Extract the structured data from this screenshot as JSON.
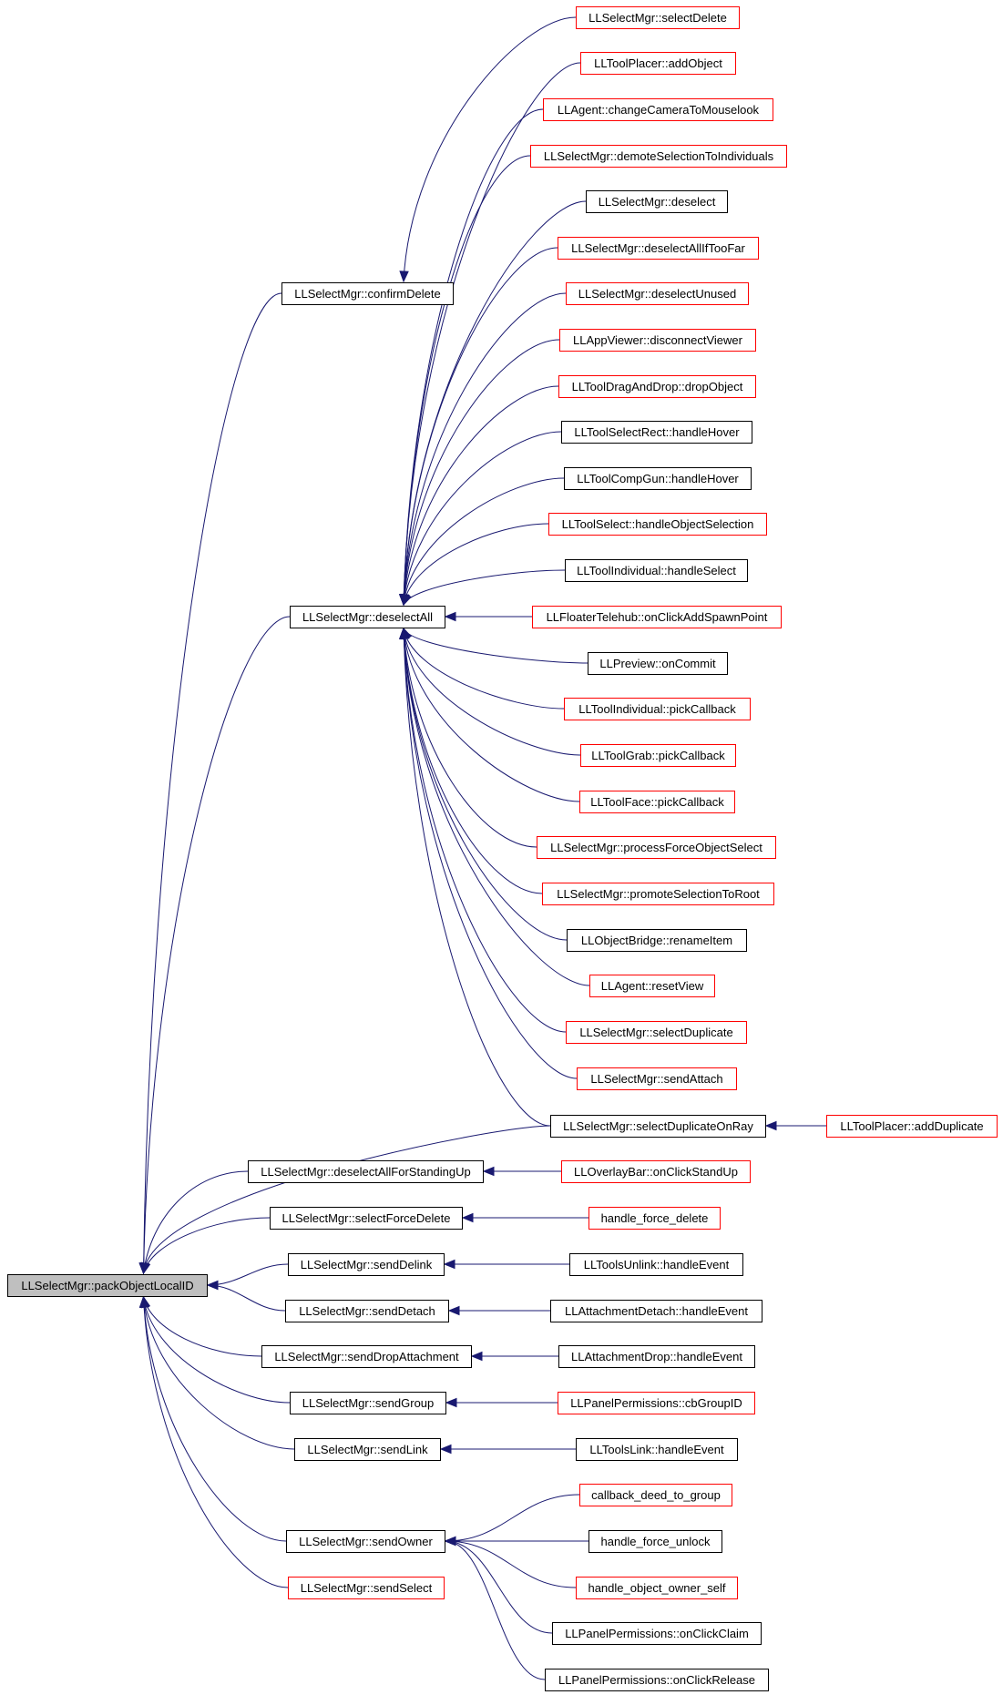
{
  "colors": {
    "edge": "#191970",
    "border_normal": "#000000",
    "border_truncated": "#ff0000",
    "root_fill": "#bfbfbf",
    "node_fill": "#ffffff"
  },
  "nodes": [
    {
      "id": "root",
      "label": "LLSelectMgr::packObjectLocalID",
      "style": "root"
    },
    {
      "id": "confirmDelete",
      "label": "LLSelectMgr::confirmDelete",
      "style": "normal"
    },
    {
      "id": "deselectAll",
      "label": "LLSelectMgr::deselectAll",
      "style": "normal"
    },
    {
      "id": "selectDuplicateOnRay",
      "label": "LLSelectMgr::selectDuplicateOnRay",
      "style": "normal"
    },
    {
      "id": "deselectAllForStandingUp",
      "label": "LLSelectMgr::deselectAllForStandingUp",
      "style": "normal"
    },
    {
      "id": "selectForceDelete",
      "label": "LLSelectMgr::selectForceDelete",
      "style": "normal"
    },
    {
      "id": "sendDelink",
      "label": "LLSelectMgr::sendDelink",
      "style": "normal"
    },
    {
      "id": "sendDetach",
      "label": "LLSelectMgr::sendDetach",
      "style": "normal"
    },
    {
      "id": "sendDropAttachment",
      "label": "LLSelectMgr::sendDropAttachment",
      "style": "normal"
    },
    {
      "id": "sendGroup",
      "label": "LLSelectMgr::sendGroup",
      "style": "normal"
    },
    {
      "id": "sendLink",
      "label": "LLSelectMgr::sendLink",
      "style": "normal"
    },
    {
      "id": "sendOwner",
      "label": "LLSelectMgr::sendOwner",
      "style": "normal"
    },
    {
      "id": "sendSelect",
      "label": "LLSelectMgr::sendSelect",
      "style": "truncated"
    },
    {
      "id": "selectDelete",
      "label": "LLSelectMgr::selectDelete",
      "style": "truncated"
    },
    {
      "id": "addObject",
      "label": "LLToolPlacer::addObject",
      "style": "truncated"
    },
    {
      "id": "changeCameraToMouselook",
      "label": "LLAgent::changeCameraToMouselook",
      "style": "truncated"
    },
    {
      "id": "demoteSelectionToIndividuals",
      "label": "LLSelectMgr::demoteSelectionToIndividuals",
      "style": "truncated"
    },
    {
      "id": "deselect",
      "label": "LLSelectMgr::deselect",
      "style": "normal"
    },
    {
      "id": "deselectAllIfTooFar",
      "label": "LLSelectMgr::deselectAllIfTooFar",
      "style": "truncated"
    },
    {
      "id": "deselectUnused",
      "label": "LLSelectMgr::deselectUnused",
      "style": "truncated"
    },
    {
      "id": "disconnectViewer",
      "label": "LLAppViewer::disconnectViewer",
      "style": "truncated"
    },
    {
      "id": "dropObject",
      "label": "LLToolDragAndDrop::dropObject",
      "style": "truncated"
    },
    {
      "id": "selectRectHover",
      "label": "LLToolSelectRect::handleHover",
      "style": "normal"
    },
    {
      "id": "compGunHover",
      "label": "LLToolCompGun::handleHover",
      "style": "normal"
    },
    {
      "id": "handleObjectSelection",
      "label": "LLToolSelect::handleObjectSelection",
      "style": "truncated"
    },
    {
      "id": "individualHandleSelect",
      "label": "LLToolIndividual::handleSelect",
      "style": "normal"
    },
    {
      "id": "onClickAddSpawnPoint",
      "label": "LLFloaterTelehub::onClickAddSpawnPoint",
      "style": "truncated"
    },
    {
      "id": "previewOnCommit",
      "label": "LLPreview::onCommit",
      "style": "normal"
    },
    {
      "id": "individualPickCallback",
      "label": "LLToolIndividual::pickCallback",
      "style": "truncated"
    },
    {
      "id": "grabPickCallback",
      "label": "LLToolGrab::pickCallback",
      "style": "truncated"
    },
    {
      "id": "facePickCallback",
      "label": "LLToolFace::pickCallback",
      "style": "truncated"
    },
    {
      "id": "processForceObjectSelect",
      "label": "LLSelectMgr::processForceObjectSelect",
      "style": "truncated"
    },
    {
      "id": "promoteSelectionToRoot",
      "label": "LLSelectMgr::promoteSelectionToRoot",
      "style": "truncated"
    },
    {
      "id": "renameItem",
      "label": "LLObjectBridge::renameItem",
      "style": "normal"
    },
    {
      "id": "resetView",
      "label": "LLAgent::resetView",
      "style": "truncated"
    },
    {
      "id": "selectDuplicate",
      "label": "LLSelectMgr::selectDuplicate",
      "style": "truncated"
    },
    {
      "id": "sendAttach",
      "label": "LLSelectMgr::sendAttach",
      "style": "truncated"
    },
    {
      "id": "addDuplicate",
      "label": "LLToolPlacer::addDuplicate",
      "style": "truncated"
    },
    {
      "id": "onClickStandUp",
      "label": "LLOverlayBar::onClickStandUp",
      "style": "truncated"
    },
    {
      "id": "handle_force_delete",
      "label": "handle_force_delete",
      "style": "truncated"
    },
    {
      "id": "toolsUnlinkHandleEvent",
      "label": "LLToolsUnlink::handleEvent",
      "style": "normal"
    },
    {
      "id": "attachmentDetachHandleEvent",
      "label": "LLAttachmentDetach::handleEvent",
      "style": "normal"
    },
    {
      "id": "attachmentDropHandleEvent",
      "label": "LLAttachmentDrop::handleEvent",
      "style": "normal"
    },
    {
      "id": "cbGroupID",
      "label": "LLPanelPermissions::cbGroupID",
      "style": "truncated"
    },
    {
      "id": "toolsLinkHandleEvent",
      "label": "LLToolsLink::handleEvent",
      "style": "normal"
    },
    {
      "id": "callback_deed_to_group",
      "label": "callback_deed_to_group",
      "style": "truncated"
    },
    {
      "id": "handle_force_unlock",
      "label": "handle_force_unlock",
      "style": "normal"
    },
    {
      "id": "handle_object_owner_self",
      "label": "handle_object_owner_self",
      "style": "truncated"
    },
    {
      "id": "onClickClaim",
      "label": "LLPanelPermissions::onClickClaim",
      "style": "normal"
    },
    {
      "id": "onClickRelease",
      "label": "LLPanelPermissions::onClickRelease",
      "style": "normal"
    }
  ],
  "edges": [
    {
      "from": "confirmDelete",
      "to": "root"
    },
    {
      "from": "deselectAll",
      "to": "root"
    },
    {
      "from": "selectDuplicateOnRay",
      "to": "root"
    },
    {
      "from": "deselectAllForStandingUp",
      "to": "root"
    },
    {
      "from": "selectForceDelete",
      "to": "root"
    },
    {
      "from": "sendDelink",
      "to": "root"
    },
    {
      "from": "sendDetach",
      "to": "root"
    },
    {
      "from": "sendDropAttachment",
      "to": "root"
    },
    {
      "from": "sendGroup",
      "to": "root"
    },
    {
      "from": "sendLink",
      "to": "root"
    },
    {
      "from": "sendOwner",
      "to": "root"
    },
    {
      "from": "sendSelect",
      "to": "root"
    },
    {
      "from": "selectDelete",
      "to": "confirmDelete"
    },
    {
      "from": "addObject",
      "to": "deselectAll"
    },
    {
      "from": "changeCameraToMouselook",
      "to": "deselectAll"
    },
    {
      "from": "demoteSelectionToIndividuals",
      "to": "deselectAll"
    },
    {
      "from": "deselect",
      "to": "deselectAll"
    },
    {
      "from": "deselectAllIfTooFar",
      "to": "deselectAll"
    },
    {
      "from": "deselectUnused",
      "to": "deselectAll"
    },
    {
      "from": "disconnectViewer",
      "to": "deselectAll"
    },
    {
      "from": "dropObject",
      "to": "deselectAll"
    },
    {
      "from": "selectRectHover",
      "to": "deselectAll"
    },
    {
      "from": "compGunHover",
      "to": "deselectAll"
    },
    {
      "from": "handleObjectSelection",
      "to": "deselectAll"
    },
    {
      "from": "individualHandleSelect",
      "to": "deselectAll"
    },
    {
      "from": "onClickAddSpawnPoint",
      "to": "deselectAll"
    },
    {
      "from": "previewOnCommit",
      "to": "deselectAll"
    },
    {
      "from": "individualPickCallback",
      "to": "deselectAll"
    },
    {
      "from": "grabPickCallback",
      "to": "deselectAll"
    },
    {
      "from": "facePickCallback",
      "to": "deselectAll"
    },
    {
      "from": "processForceObjectSelect",
      "to": "deselectAll"
    },
    {
      "from": "promoteSelectionToRoot",
      "to": "deselectAll"
    },
    {
      "from": "renameItem",
      "to": "deselectAll"
    },
    {
      "from": "resetView",
      "to": "deselectAll"
    },
    {
      "from": "selectDuplicate",
      "to": "deselectAll"
    },
    {
      "from": "sendAttach",
      "to": "deselectAll"
    },
    {
      "from": "selectDuplicateOnRay",
      "to": "deselectAll"
    },
    {
      "from": "addDuplicate",
      "to": "selectDuplicateOnRay"
    },
    {
      "from": "onClickStandUp",
      "to": "deselectAllForStandingUp"
    },
    {
      "from": "handle_force_delete",
      "to": "selectForceDelete"
    },
    {
      "from": "toolsUnlinkHandleEvent",
      "to": "sendDelink"
    },
    {
      "from": "attachmentDetachHandleEvent",
      "to": "sendDetach"
    },
    {
      "from": "attachmentDropHandleEvent",
      "to": "sendDropAttachment"
    },
    {
      "from": "cbGroupID",
      "to": "sendGroup"
    },
    {
      "from": "toolsLinkHandleEvent",
      "to": "sendLink"
    },
    {
      "from": "callback_deed_to_group",
      "to": "sendOwner"
    },
    {
      "from": "handle_force_unlock",
      "to": "sendOwner"
    },
    {
      "from": "handle_object_owner_self",
      "to": "sendOwner"
    },
    {
      "from": "onClickClaim",
      "to": "sendOwner"
    },
    {
      "from": "onClickRelease",
      "to": "sendOwner"
    }
  ]
}
